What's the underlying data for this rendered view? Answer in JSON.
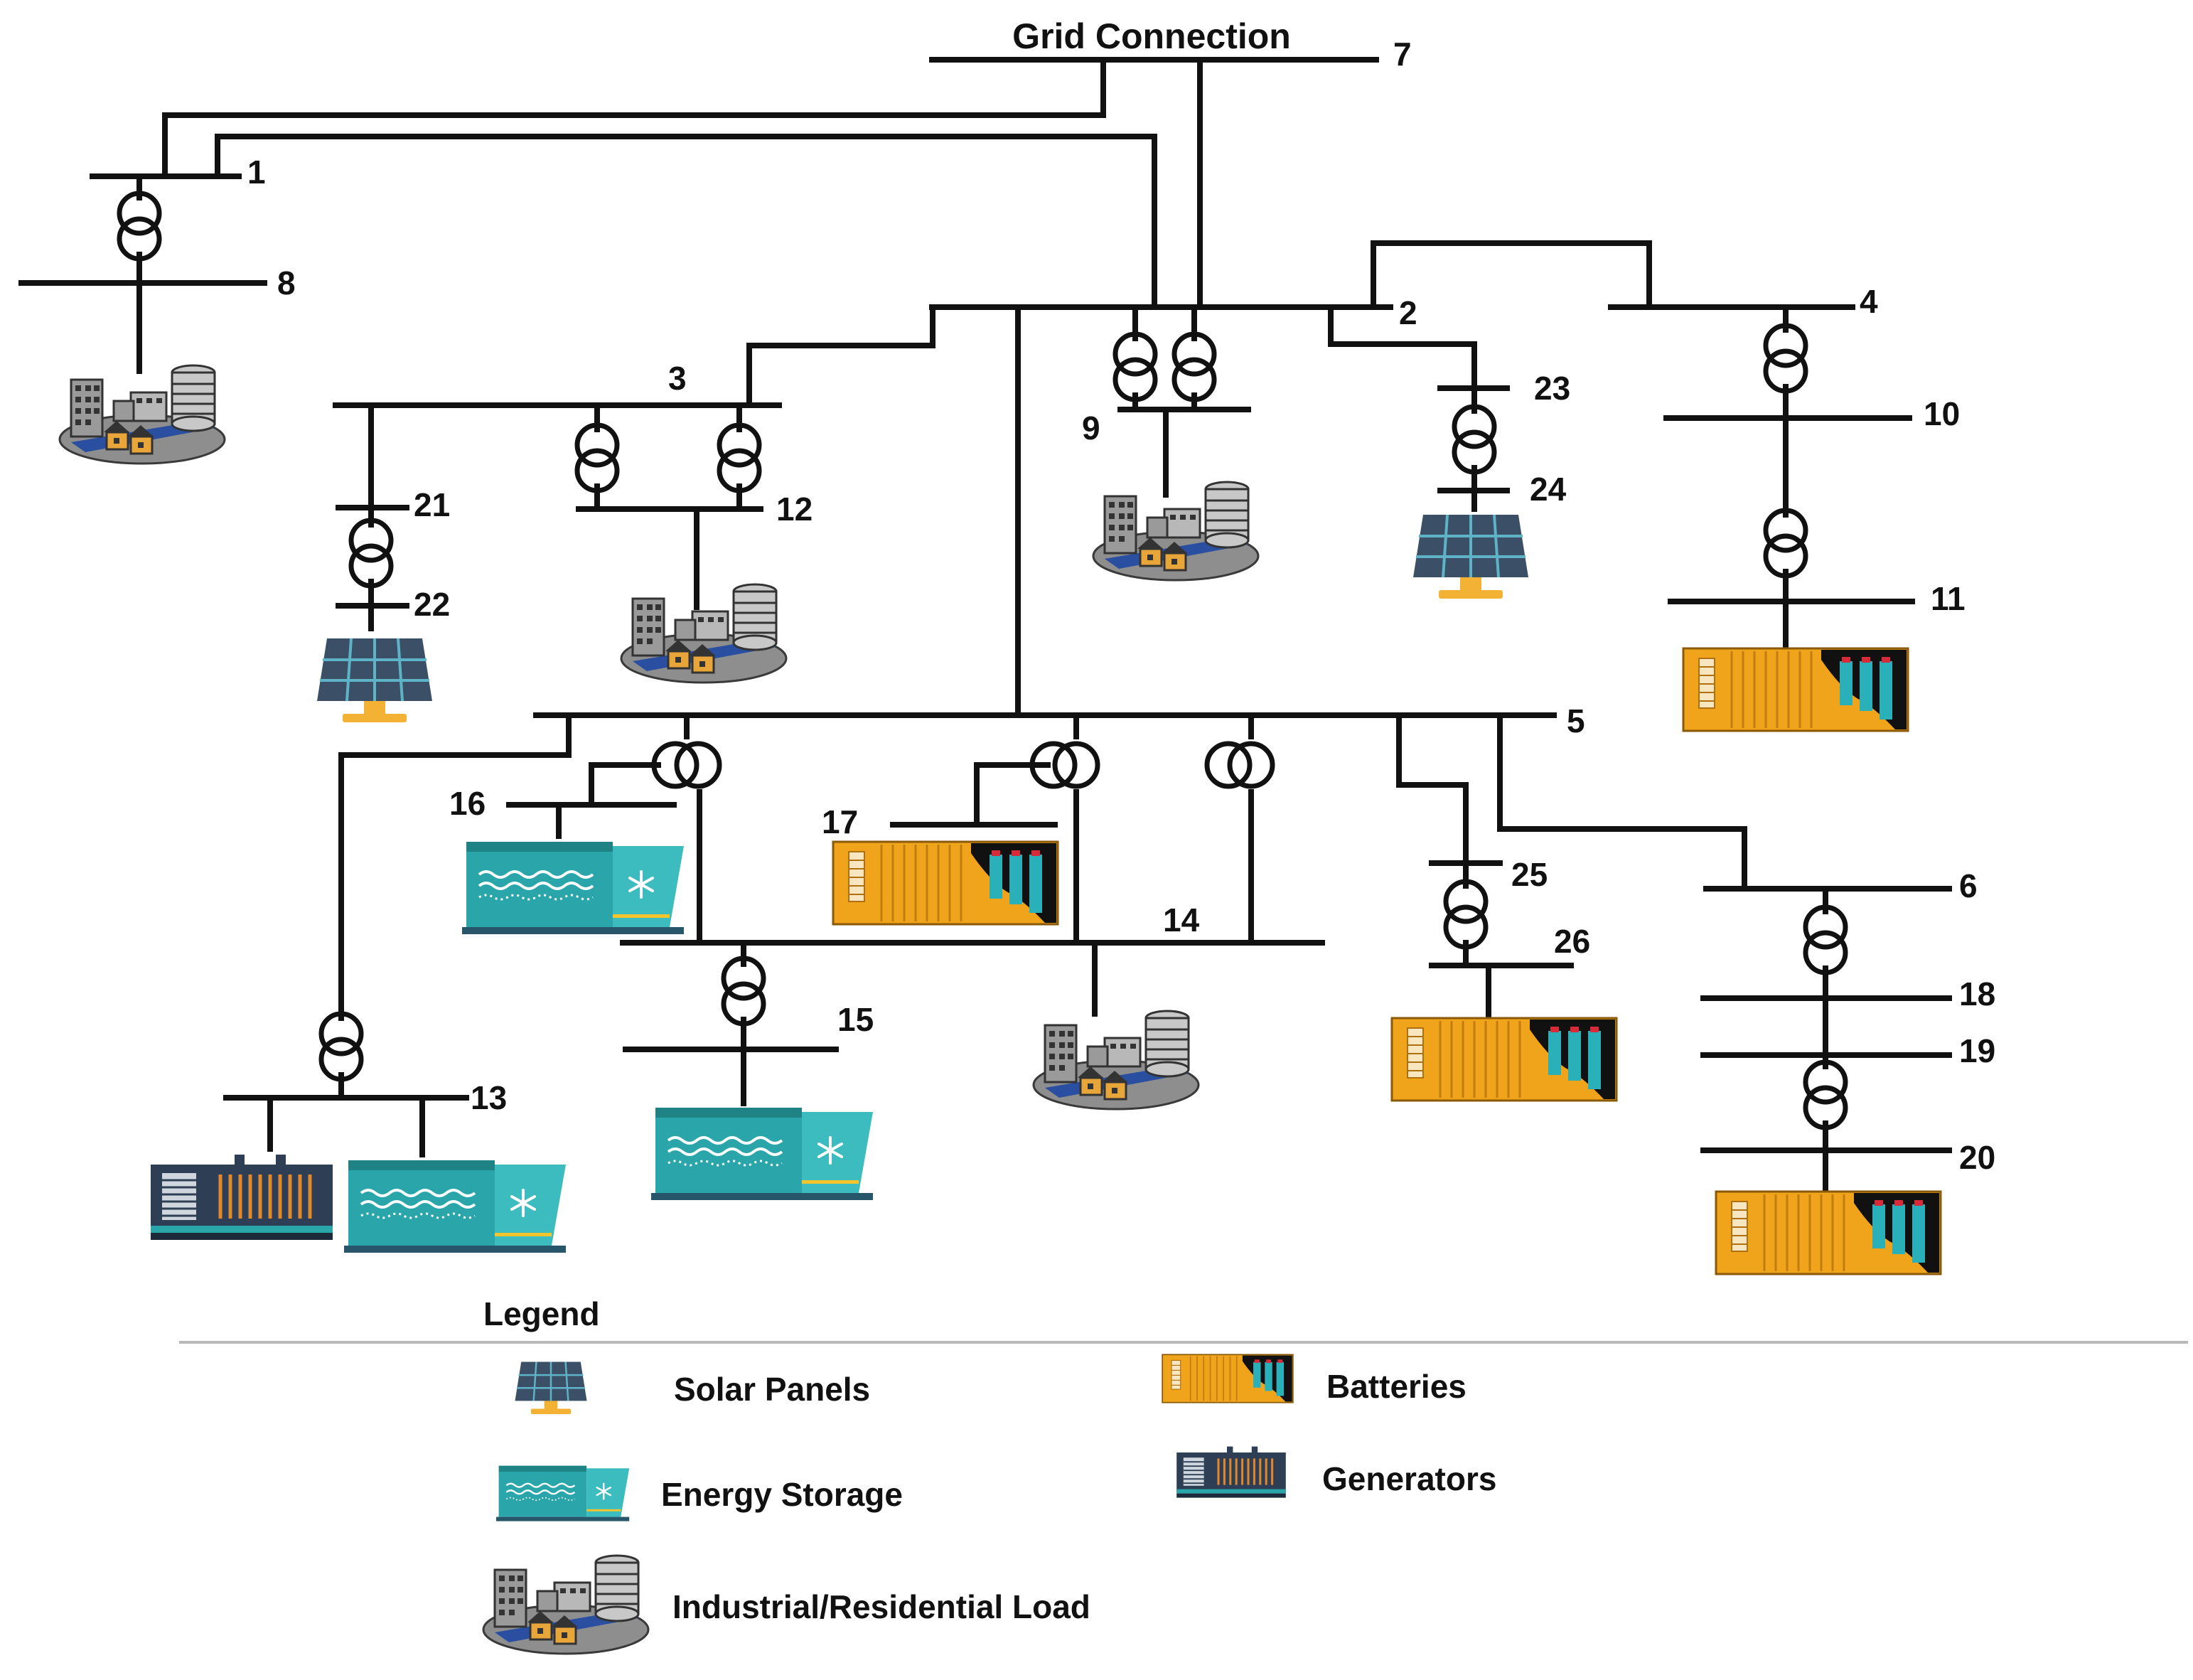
{
  "diagram": {
    "title": "Grid Connection",
    "bus_labels": [
      "1",
      "2",
      "3",
      "4",
      "5",
      "6",
      "7",
      "8",
      "9",
      "10",
      "11",
      "12",
      "13",
      "14",
      "15",
      "16",
      "17",
      "18",
      "19",
      "20",
      "21",
      "22",
      "23",
      "24",
      "25",
      "26"
    ]
  },
  "legend": {
    "title": "Legend",
    "items": {
      "solar": "Solar Panels",
      "storage": "Energy Storage",
      "load": "Industrial/Residential Load",
      "battery": "Batteries",
      "generator": "Generators"
    }
  },
  "colors": {
    "solar_panel": "#3b4f66",
    "solar_cell_line": "#5fb3c7",
    "solar_stand": "#f3b234",
    "storage_body": "#2aa5aa",
    "storage_dark": "#1f8386",
    "battery_body": "#f0a41c",
    "battery_screen": "#111111",
    "battery_cell": "#2ab0b8",
    "generator_body": "#2e3e54",
    "generator_accent": "#e0882a",
    "load_base": "#8e8e8e",
    "load_road": "#2a4fa0",
    "load_house": "#e8a53a"
  },
  "icons": {
    "solar": "solar-panel-icon",
    "storage": "energy-storage-icon",
    "load": "industrial-residential-load-icon",
    "battery": "battery-icon",
    "generator": "generator-icon",
    "transformer": "transformer-icon"
  }
}
